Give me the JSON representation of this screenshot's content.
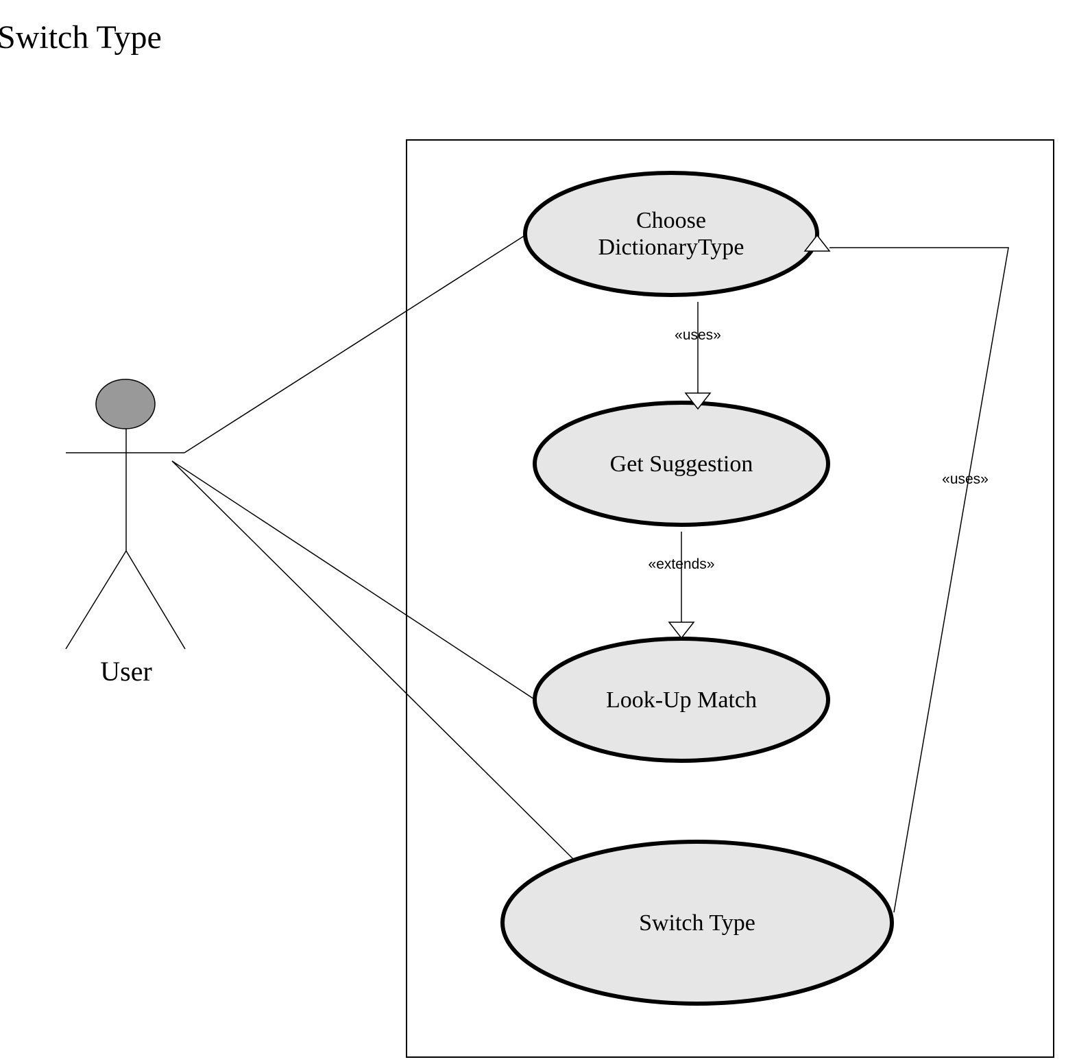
{
  "diagram_title": "Switch Type",
  "actor": {
    "name": "User",
    "head_color": "#999999"
  },
  "use_cases": [
    {
      "id": "choose",
      "lines": [
        "Choose",
        "DictionaryType"
      ],
      "fill": "#e6e6e6"
    },
    {
      "id": "suggest",
      "lines": [
        "Get Suggestion"
      ],
      "fill": "#e6e6e6"
    },
    {
      "id": "lookup",
      "lines": [
        "Look-Up Match"
      ],
      "fill": "#e6e6e6"
    },
    {
      "id": "switch",
      "lines": [
        "Switch Type"
      ],
      "fill": "#e6e6e6"
    }
  ],
  "relationships": [
    {
      "from": "choose",
      "to": "suggest",
      "stereotype": "«uses»"
    },
    {
      "from": "suggest",
      "to": "lookup",
      "stereotype": "«extends»"
    },
    {
      "from": "switch",
      "to": "choose",
      "stereotype": "«uses»"
    }
  ],
  "associations": [
    {
      "from": "User",
      "to": "choose"
    },
    {
      "from": "User",
      "to": "lookup"
    },
    {
      "from": "User",
      "to": "switch"
    }
  ]
}
